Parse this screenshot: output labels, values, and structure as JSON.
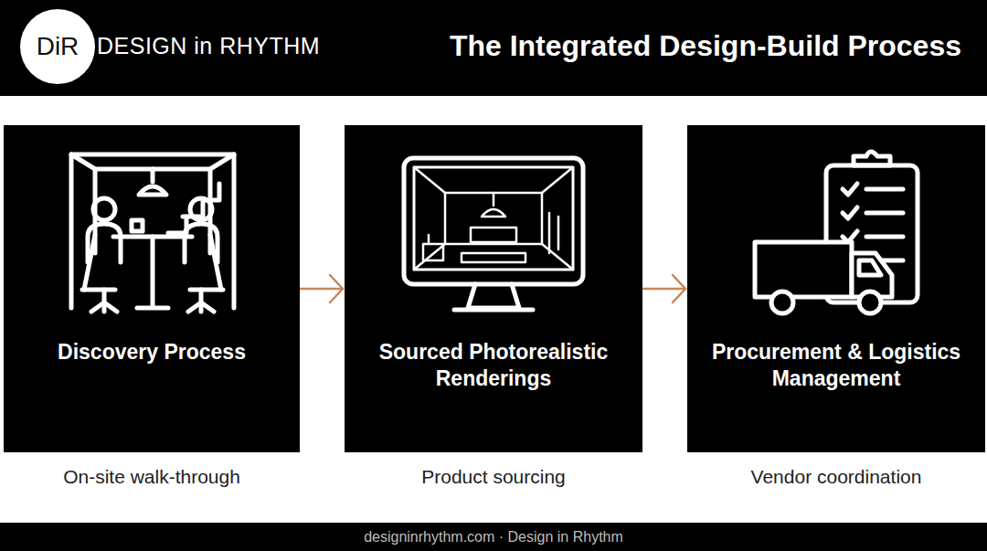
{
  "diagram": {
    "title": "The Integrated Design-Build Process",
    "nodes": [
      {
        "text": [
          "DiR"
        ]
      },
      {
        "text": [
          "Discovery Process",
          "On-site walk-through"
        ]
      },
      {
        "text": [
          "Sourced Photorealistic Renderings",
          "Product sourcing"
        ]
      },
      {
        "text": [
          "Procurement & Logistics Management",
          "Vendor coordination"
        ]
      }
    ],
    "edges": [
      {
        "from": 1,
        "to": 2,
        "arrow": "to"
      },
      {
        "from": 2,
        "to": 3,
        "arrow": "to"
      }
    ],
    "labels": [
      "DESIGN in RHYTHM",
      "designinrhythm.com · Design in Rhythm"
    ]
  }
}
